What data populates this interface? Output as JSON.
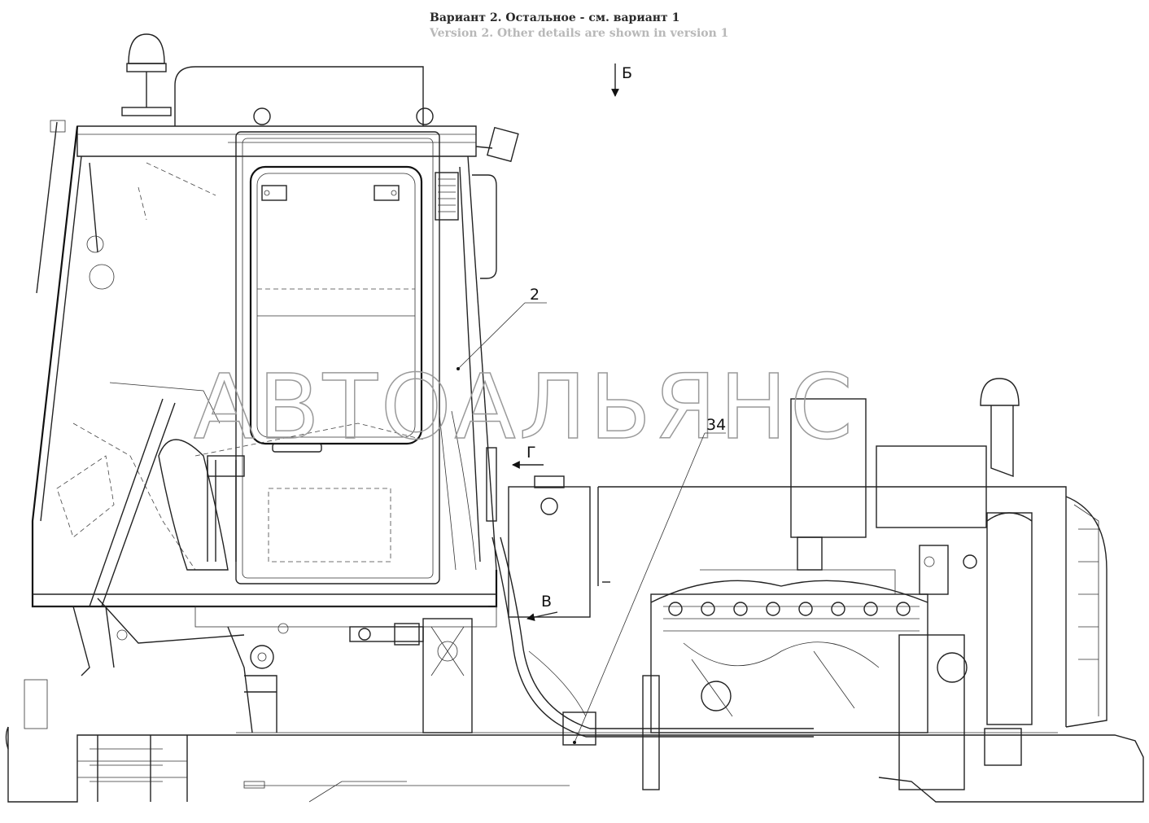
{
  "header": {
    "title_ru": "Вариант 2. Остальное - см. вариант 1",
    "title_en": "Version 2. Other details are shown in version 1"
  },
  "views": {
    "b": "Б",
    "g": "Г",
    "v": "В"
  },
  "callouts": {
    "c2": "2",
    "c34": "34"
  },
  "watermark": "АВТОАЛЬЯНС"
}
